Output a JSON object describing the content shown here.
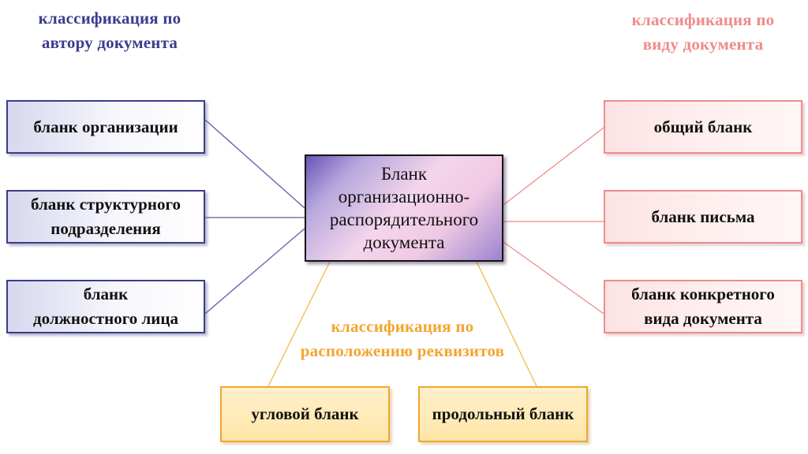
{
  "headings": {
    "by_author": [
      "классификация по",
      "автору документа"
    ],
    "by_type": [
      "классификация по",
      "виду документа"
    ],
    "by_layout": [
      "классификация по",
      "расположению реквизитов"
    ]
  },
  "center": {
    "lines": [
      "Бланк",
      "организационно-",
      "распорядительного",
      "документа"
    ]
  },
  "left_boxes": [
    {
      "lines": [
        "бланк организации"
      ]
    },
    {
      "lines": [
        "бланк структурного",
        "подразделения"
      ]
    },
    {
      "lines": [
        "бланк",
        "должностного лица"
      ]
    }
  ],
  "right_boxes": [
    {
      "lines": [
        "общий бланк"
      ]
    },
    {
      "lines": [
        "бланк письма"
      ]
    },
    {
      "lines": [
        "бланк конкретного",
        "вида документа"
      ]
    }
  ],
  "bottom_boxes": [
    {
      "lines": [
        "угловой бланк"
      ]
    },
    {
      "lines": [
        "продольный бланк"
      ]
    }
  ],
  "colors": {
    "author_group": "#3a3c8c",
    "type_group": "#f08a8a",
    "layout_group": "#f2a52f",
    "center_border": "#151515"
  }
}
